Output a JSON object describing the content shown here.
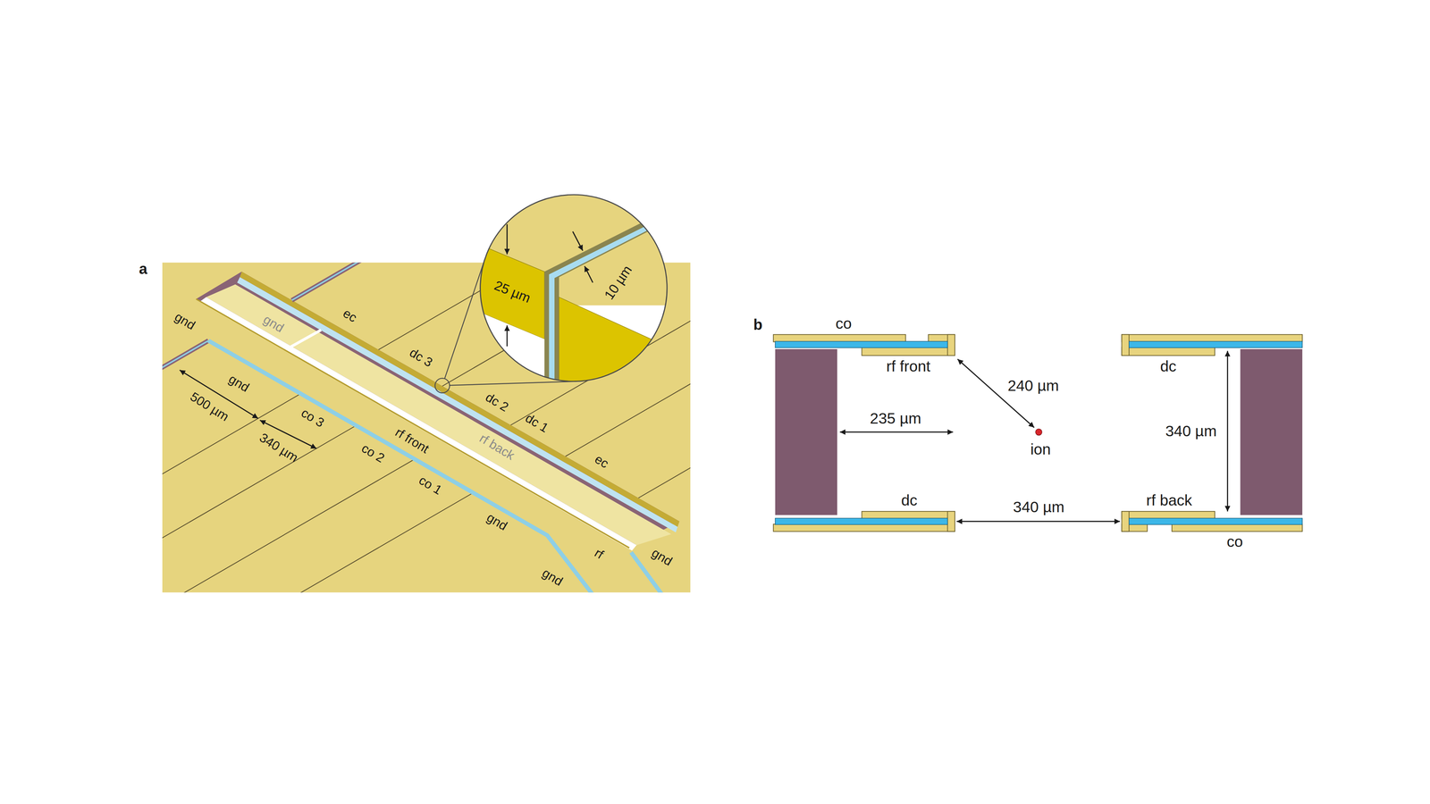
{
  "diagram": {
    "labels": [
      "a",
      "gnd",
      "gnd",
      "ec",
      "dc 3",
      "dc 2",
      "dc 1",
      "ec",
      "gnd",
      "500 µm",
      "co 3",
      "340 µm",
      "rf front",
      "rf back",
      "co 2",
      "co 1",
      "gnd",
      "rf",
      "gnd",
      "gnd",
      "25 µm",
      "10 µm",
      "b",
      "co",
      "rf front",
      "240 µm",
      "ion",
      "235 µm",
      "dc",
      "340 µm",
      "dc",
      "340 µm",
      "rf back",
      "co"
    ]
  }
}
